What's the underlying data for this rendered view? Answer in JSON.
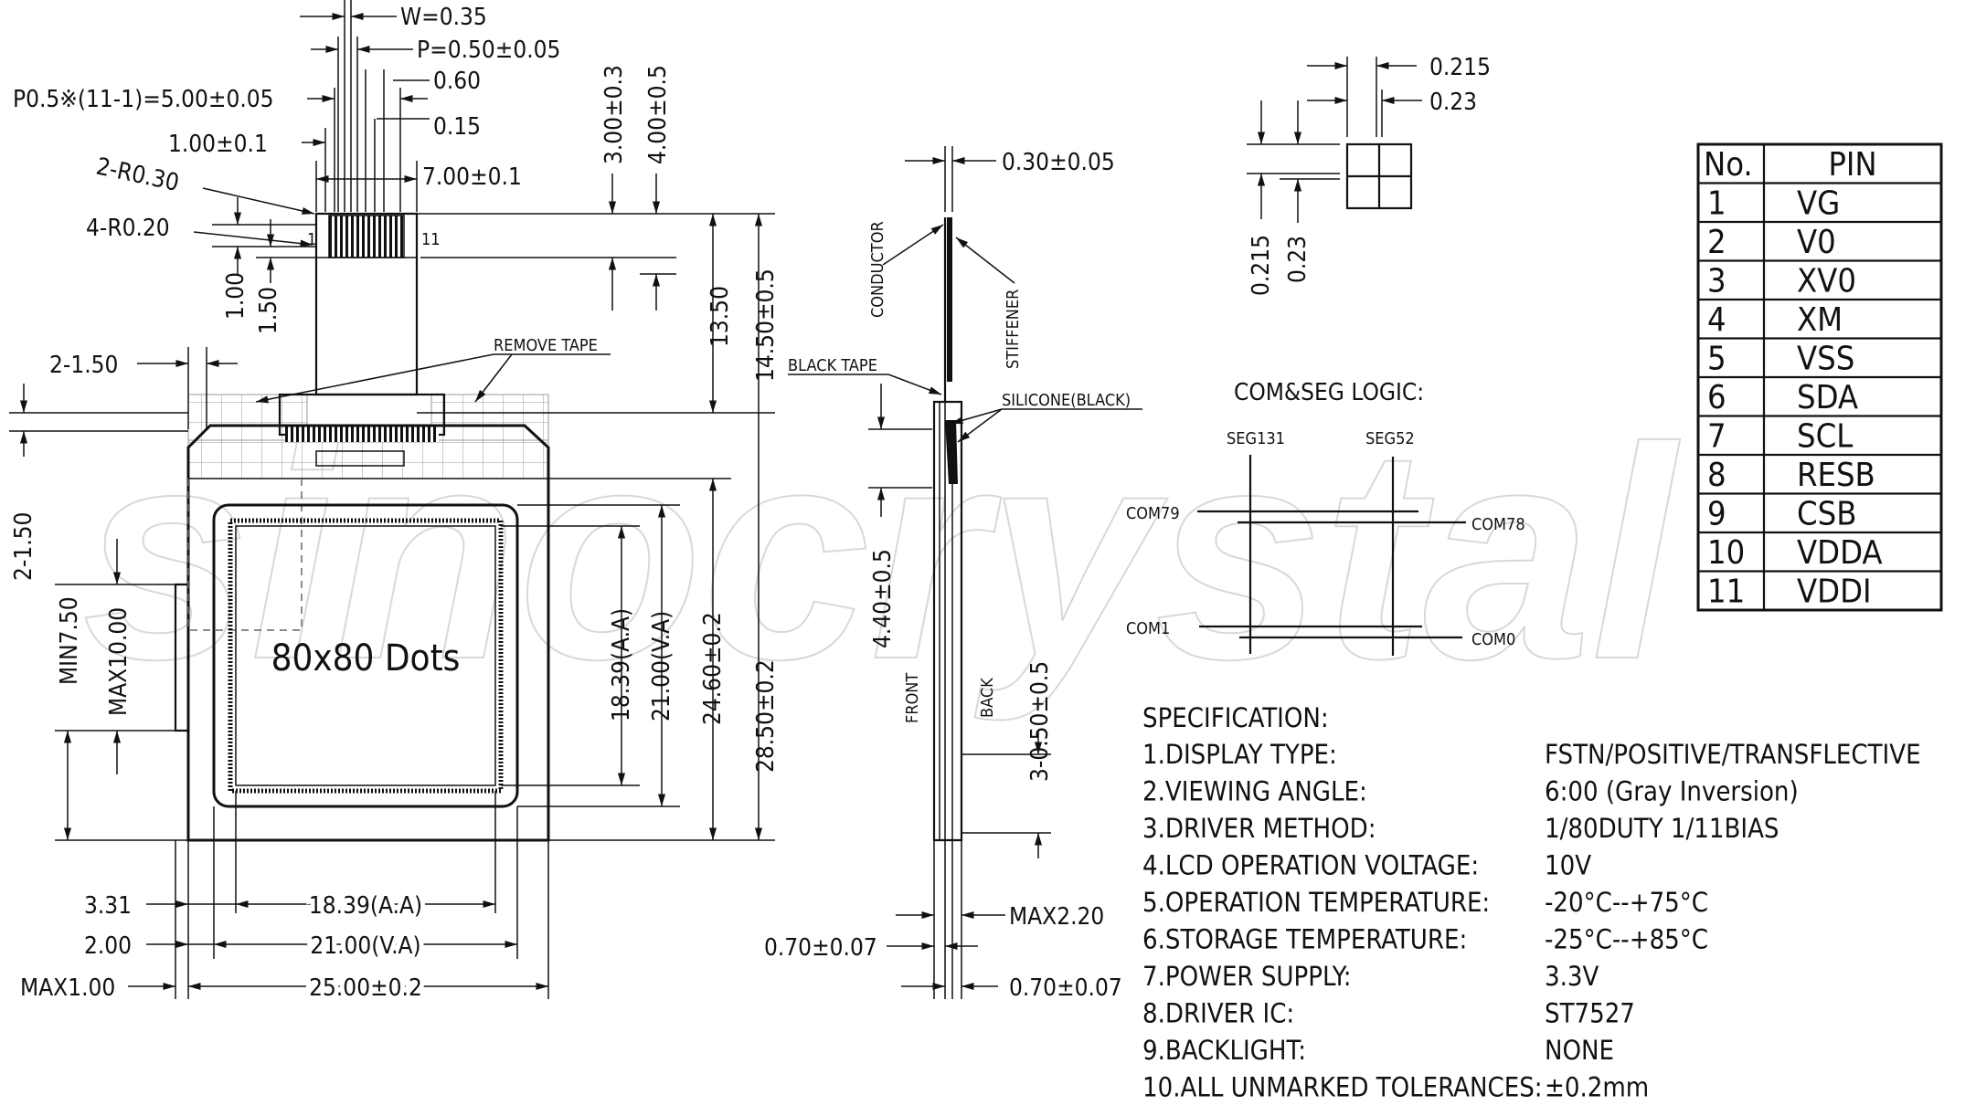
{
  "watermark": "sinocrystal",
  "front_view": {
    "dims": {
      "w": "W=0.35",
      "p": "P=0.50±0.05",
      "pitch_total": "P0.5※(11-1)=5.00±0.05",
      "d060": "0.60",
      "d100": "1.00±0.1",
      "d015": "0.15",
      "r030": "2-R0.30",
      "d700": "7.00±0.1",
      "r020": "4-R0.20",
      "v100": "1.00",
      "v150": "1.50",
      "v300": "3.00±0.3",
      "v400": "4.00±0.5",
      "v1350": "13.50",
      "v1450": "14.50±0.5",
      "h2150": "2-1.50",
      "v2150": "2-1.50",
      "min750": "MIN7.50",
      "max1000": "MAX10.00",
      "v1839": "18.39(A.A)",
      "v2100": "21.00(V.A)",
      "v2460": "24.60±0.2",
      "v2850": "28.50±0.2",
      "h331": "3.31",
      "h200": "2.00",
      "hmax100": "MAX1.00",
      "h1839": "18.39(A.A)",
      "h2100": "21.00(V.A)",
      "h2500": "25.00±0.2"
    },
    "pin_first": "1",
    "pin_last": "11",
    "remove_tape": "REMOVE TAPE",
    "dots": "80x80 Dots"
  },
  "side_view": {
    "thickness": "0.30±0.05",
    "conductor": "CONDUCTOR",
    "stiffener": "STIFFENER",
    "black_tape": "BLACK TAPE",
    "silicone": "SILICONE(BLACK)",
    "v440": "4.40±0.5",
    "front": "FRONT",
    "back": "BACK",
    "v350": "3-0.50±0.5",
    "max220": "MAX2.20",
    "t070a": "0.70±0.07",
    "t070b": "0.70±0.07"
  },
  "dot_detail": {
    "h0215": "0.215",
    "h023": "0.23",
    "v0215": "0.215",
    "v023": "0.23"
  },
  "com_seg": {
    "title": "COM&SEG LOGIC:",
    "seg131": "SEG131",
    "seg52": "SEG52",
    "com79": "COM79",
    "com78": "COM78",
    "com1": "COM1",
    "com0": "COM0"
  },
  "pin_table": {
    "headers": [
      "No.",
      "PIN"
    ],
    "rows": [
      [
        "1",
        "VG"
      ],
      [
        "2",
        "V0"
      ],
      [
        "3",
        "XV0"
      ],
      [
        "4",
        "XM"
      ],
      [
        "5",
        "VSS"
      ],
      [
        "6",
        "SDA"
      ],
      [
        "7",
        "SCL"
      ],
      [
        "8",
        "RESB"
      ],
      [
        "9",
        "CSB"
      ],
      [
        "10",
        "VDDA"
      ],
      [
        "11",
        "VDDI"
      ]
    ]
  },
  "specification": {
    "title": "SPECIFICATION:",
    "items": [
      {
        "label": "1.DISPLAY TYPE:",
        "value": "FSTN/POSITIVE/TRANSFLECTIVE"
      },
      {
        "label": "2.VIEWING ANGLE:",
        "value": "6:00 (Gray Inversion)"
      },
      {
        "label": "3.DRIVER METHOD:",
        "value": "1/80DUTY   1/11BIAS"
      },
      {
        "label": "4.LCD OPERATION VOLTAGE:",
        "value": "10V"
      },
      {
        "label": "5.OPERATION TEMPERATURE:",
        "value": "-20°C--+75°C"
      },
      {
        "label": "6.STORAGE TEMPERATURE:",
        "value": "-25°C--+85°C"
      },
      {
        "label": "7.POWER SUPPLY:",
        "value": "3.3V"
      },
      {
        "label": "8.DRIVER IC:",
        "value": "ST7527"
      },
      {
        "label": "9.BACKLIGHT:",
        "value": "NONE"
      },
      {
        "label": "10.ALL UNMARKED TOLERANCES:",
        "value": "±0.2mm"
      }
    ]
  }
}
